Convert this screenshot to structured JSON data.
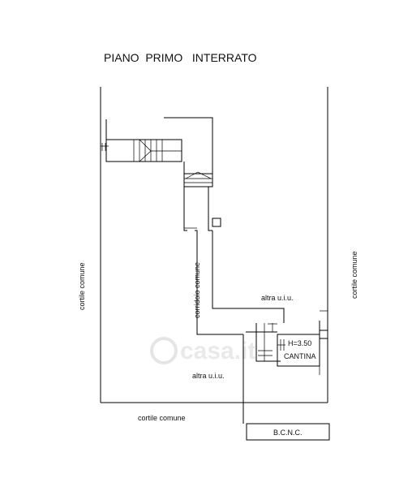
{
  "title": "PIANO  PRIMO   INTERRATO",
  "labels": {
    "cortile_left": "cortile comune",
    "cortile_right": "cortile comune",
    "cortile_bottom": "cortile comune",
    "corridoio": "corridoio comune",
    "altra_uiu_top": "altra u.i.u.",
    "altra_uiu_bottom": "altra u.i.u.",
    "height": "H=3.50",
    "cantina": "CANTINA",
    "bcnc": "B.C.N.C."
  },
  "watermark": "casa.it"
}
